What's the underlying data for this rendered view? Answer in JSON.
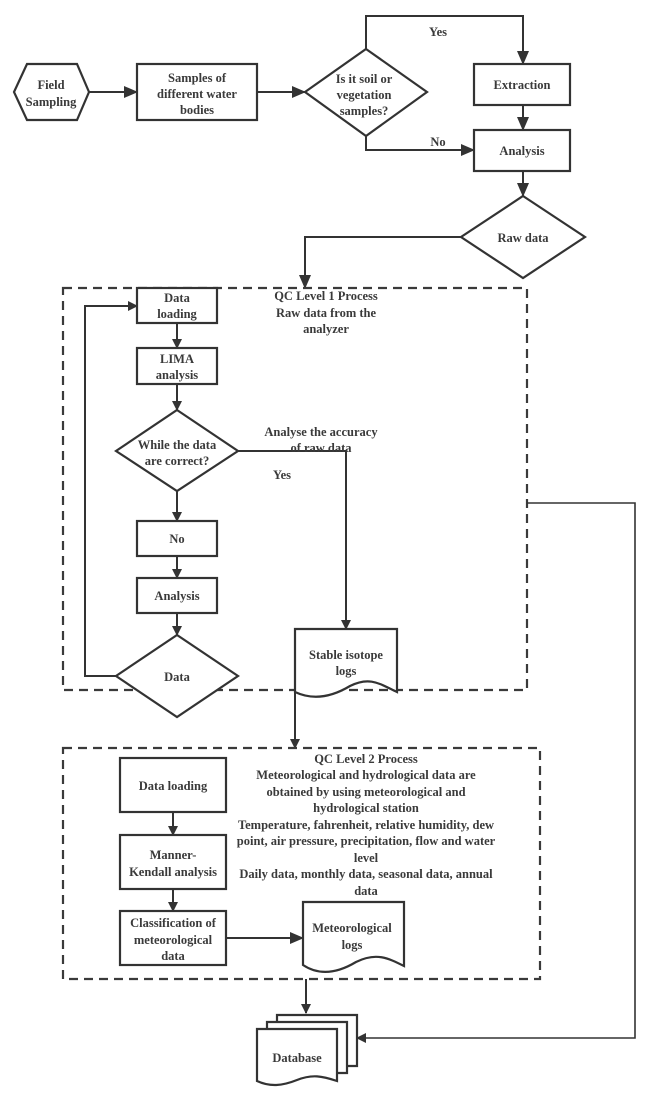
{
  "nodes": {
    "field_sampling": [
      "Field",
      "Sampling"
    ],
    "samples": [
      "Samples of",
      "different water",
      "bodies"
    ],
    "soil_decision": [
      "Is it soil or",
      "vegetation",
      "samples?"
    ],
    "extraction": [
      "Extraction"
    ],
    "analysis_top": [
      "Analysis"
    ],
    "raw_data": [
      "Raw data"
    ],
    "qc1_data_loading": [
      "Data",
      "loading"
    ],
    "lima": [
      "LIMA",
      "analysis"
    ],
    "while_decision": [
      "While the data",
      "are correct?"
    ],
    "no_box": [
      "No"
    ],
    "qc1_analysis": [
      "Analysis"
    ],
    "data_decision": [
      "Data"
    ],
    "stable_isotope": [
      "Stable isotope",
      "logs"
    ],
    "qc2_data_loading": [
      "Data loading"
    ],
    "mann_kendall": [
      "Manner-",
      "Kendall analysis"
    ],
    "classification": [
      "Classification of",
      "meteorological",
      "data"
    ],
    "met_logs": [
      "Meteorological",
      "logs"
    ],
    "database": [
      "Database"
    ]
  },
  "edge_labels": {
    "yes_top": "Yes",
    "no_top": "No",
    "yes_qc1": "Yes"
  },
  "qc1": {
    "title": "QC Level 1 Process",
    "desc": [
      "Raw data from the",
      "analyzer"
    ],
    "accuracy_note": [
      "Analyse the accuracy",
      "of raw data"
    ]
  },
  "qc2": {
    "title": "QC Level 2 Process",
    "desc": [
      "Meteorological and hydrological data are",
      "obtained by using meteorological and",
      "hydrological station",
      "Temperature, fahrenheit, relative humidity, dew",
      "point, air pressure, precipitation, flow and water",
      "level",
      "Daily data, monthly data, seasonal data, annual",
      "data"
    ]
  }
}
